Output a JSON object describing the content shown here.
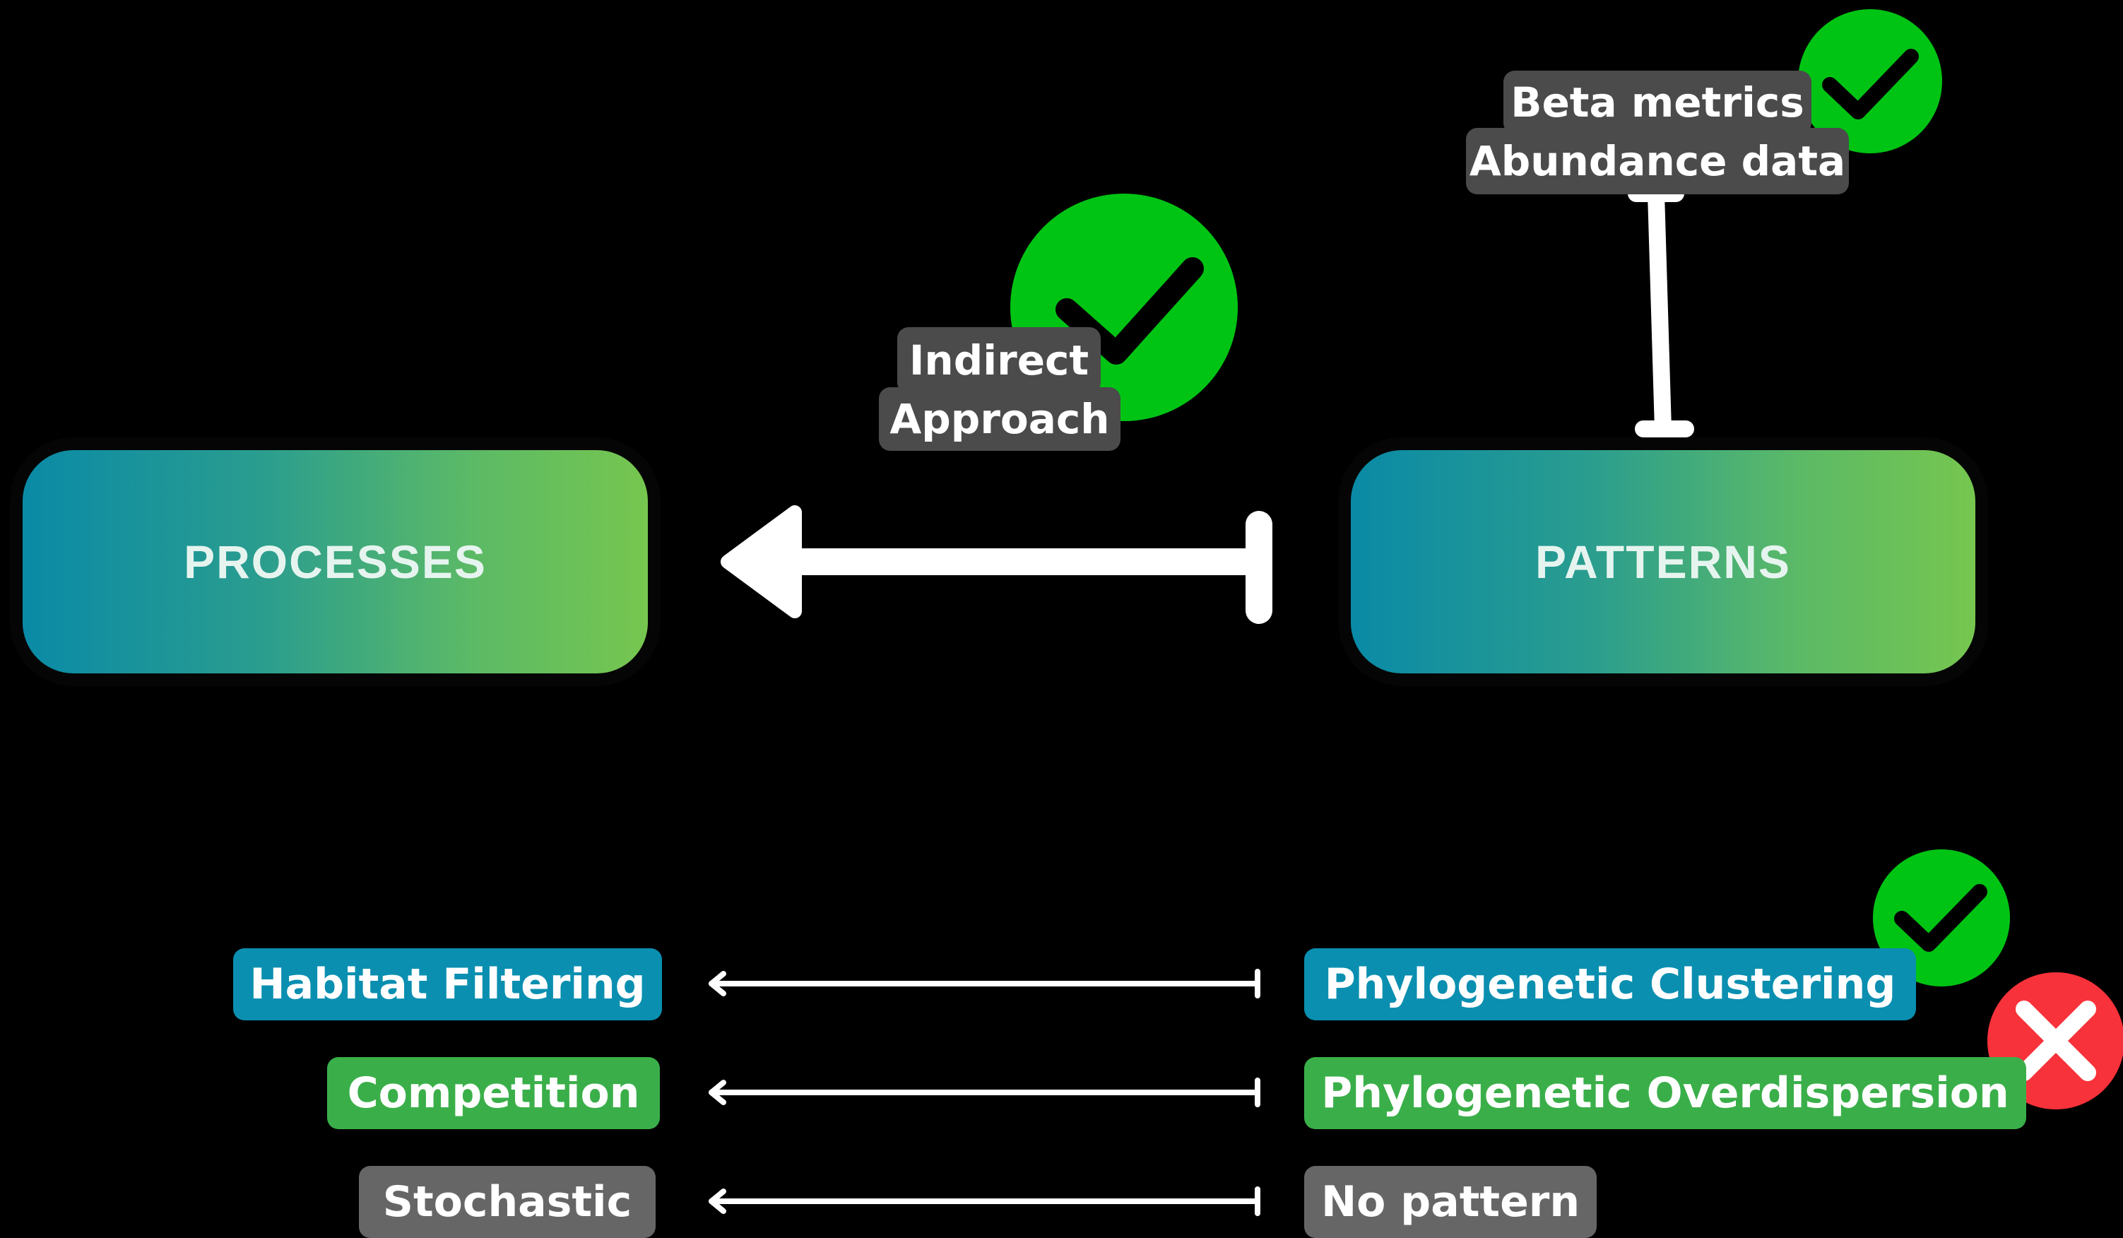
{
  "nodes": {
    "processes": "PROCESSES",
    "patterns": "PATTERNS"
  },
  "labels": {
    "indirect_line1": "Indirect",
    "indirect_line2": "Approach",
    "beta_line1": "Beta metrics",
    "beta_line2": "Abundance data"
  },
  "rows": [
    {
      "process": "Habitat Filtering",
      "pattern": "Phylogenetic Clustering",
      "status": "check"
    },
    {
      "process": "Competition",
      "pattern": "Phylogenetic Overdispersion",
      "status": "cross"
    },
    {
      "process": "Stochastic",
      "pattern": "No pattern",
      "status": "none"
    }
  ],
  "colors": {
    "check": "#00c414",
    "cross": "#f8323a",
    "blue_pill": "#0a8fb0",
    "green_pill": "#3aaf49",
    "gray_pill": "#666666"
  },
  "icons": [
    "check-icon",
    "cross-icon",
    "left-arrow-icon"
  ]
}
